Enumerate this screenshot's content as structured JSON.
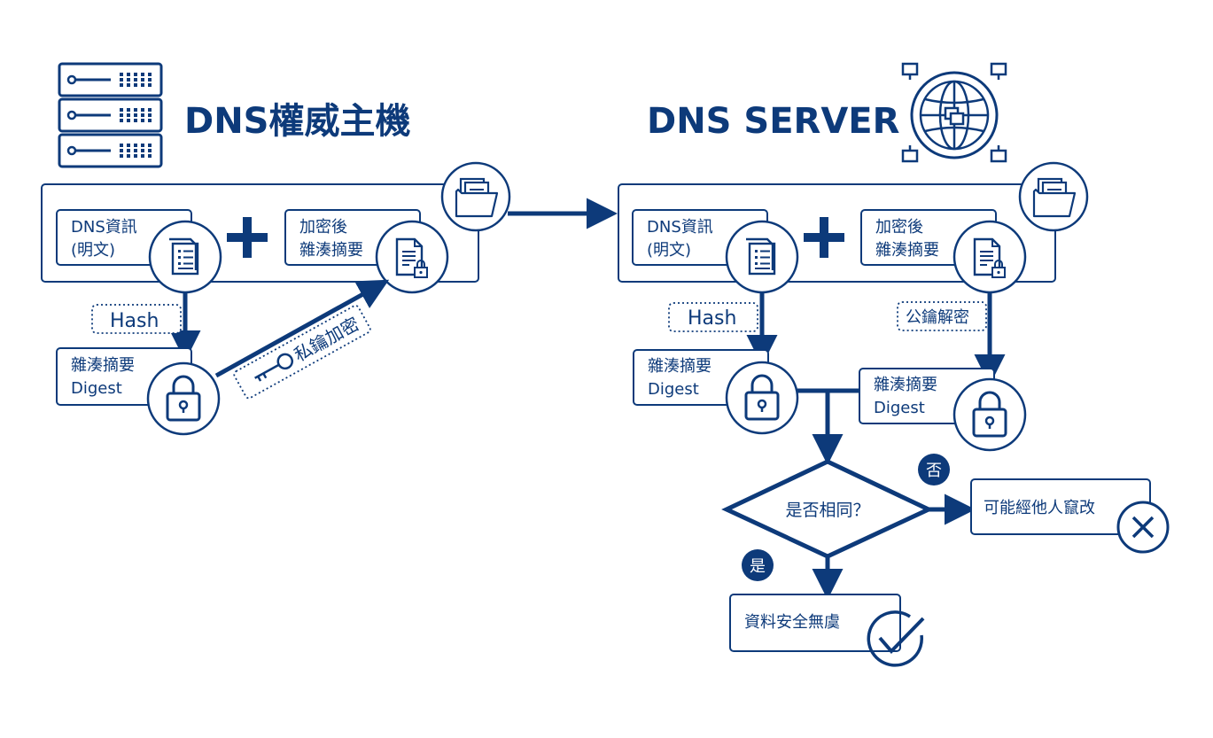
{
  "colors": {
    "primary": "#0d3a7a",
    "background": "#ffffff"
  },
  "left": {
    "title": "DNS權威主機",
    "plain_box_label_line1": "DNS資訊",
    "plain_box_label_line2": "(明文)",
    "encrypted_box_label_line1": "加密後",
    "encrypted_box_label_line2": "雜湊摘要",
    "hash_label": "Hash",
    "digest_label_line1": "雜湊摘要",
    "digest_label_line2": "Digest",
    "key_label": "私鑰加密"
  },
  "right": {
    "title": "DNS SERVER",
    "plain_box_label_line1": "DNS資訊",
    "plain_box_label_line2": "(明文)",
    "encrypted_box_label_line1": "加密後",
    "encrypted_box_label_line2": "雜湊摘要",
    "hash_label": "Hash",
    "decrypt_label": "公鑰解密",
    "digest_a_line1": "雜湊摘要",
    "digest_a_line2": "Digest",
    "digest_b_line1": "雜湊摘要",
    "digest_b_line2": "Digest"
  },
  "decision": {
    "question": "是否相同？",
    "no_badge": "否",
    "yes_badge": "是",
    "no_result": "可能經他人竄改",
    "yes_result": "資料安全無虞"
  },
  "icons": {
    "server": "server-rack-icon",
    "globe": "network-globe-icon",
    "folder": "folder-documents-icon",
    "document": "document-icon",
    "locked_document": "locked-document-icon",
    "padlock": "padlock-icon",
    "key": "key-icon",
    "plus": "plus-icon",
    "cross": "cross-circle-icon",
    "check": "check-circle-icon"
  }
}
